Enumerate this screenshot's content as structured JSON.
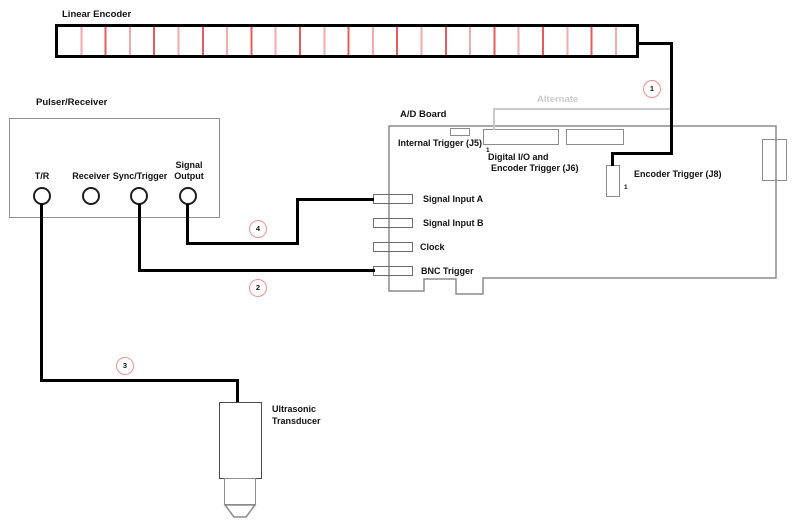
{
  "encoder": {
    "title": "Linear Encoder"
  },
  "pulser": {
    "title": "Pulser/Receiver",
    "ports": [
      {
        "label": "T/R"
      },
      {
        "label": "Receiver"
      },
      {
        "label": "Sync/Trigger"
      },
      {
        "label": "Signal Output"
      }
    ]
  },
  "board": {
    "title": "A/D Board",
    "alternate_label": "Alternate",
    "internal_trigger_label": "Internal Trigger (J5)",
    "j6_label_line1": "Digital I/O and",
    "j6_label_line2": "Encoder Trigger (J6)",
    "j6_pin_label": "1",
    "j8_label": "Encoder Trigger (J8)",
    "j8_pin_label": "1",
    "bnc_ports": [
      {
        "label": "Signal Input A"
      },
      {
        "label": "Signal Input B"
      },
      {
        "label": "Clock"
      },
      {
        "label": "BNC Trigger"
      }
    ]
  },
  "transducer": {
    "label_line1": "Ultrasonic",
    "label_line2": "Transducer"
  },
  "connections": [
    {
      "number": "1"
    },
    {
      "number": "2"
    },
    {
      "number": "3"
    },
    {
      "number": "4"
    }
  ],
  "colors": {
    "wire": "#000000",
    "board_outline": "#8c8c8c",
    "alternate_wire": "#c9c9c9",
    "encoder_tick_red": "#e25d5d",
    "encoder_tick_pink": "#f2abab",
    "badge_outline_red": "#f09090"
  }
}
